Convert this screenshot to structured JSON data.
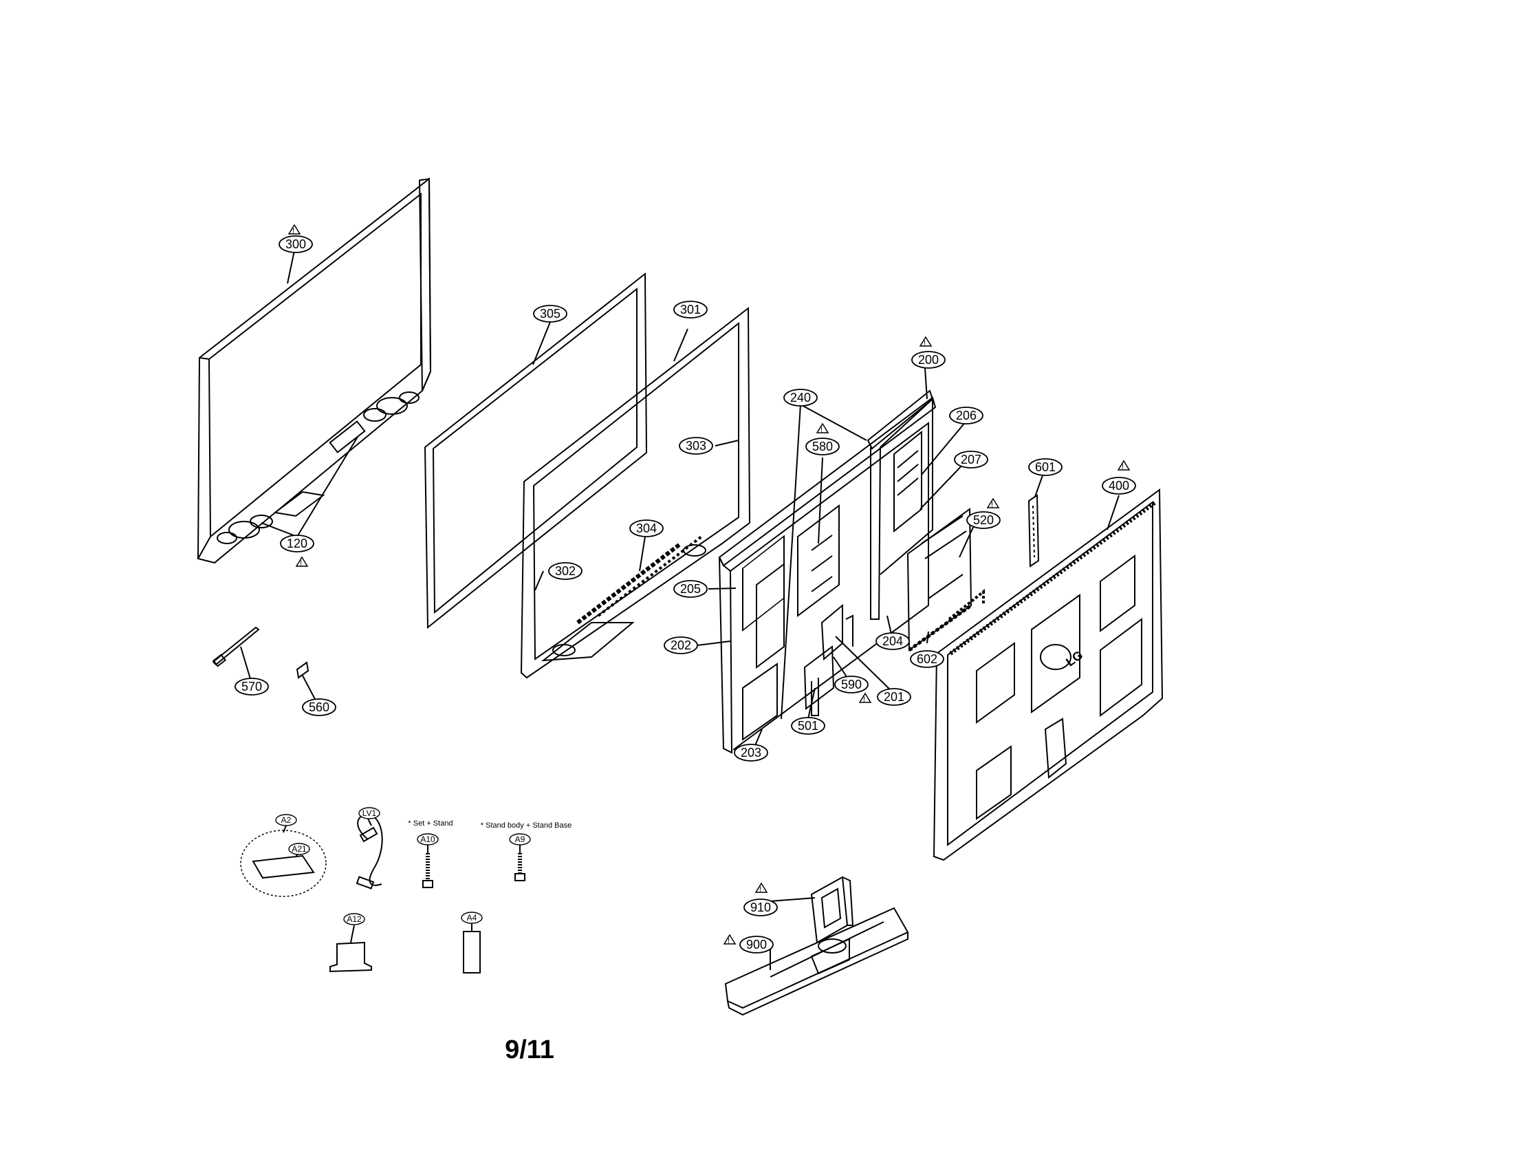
{
  "page_number": "9/11",
  "callouts": {
    "c300": "300",
    "c120": "120",
    "c305": "305",
    "c301": "301",
    "c303": "303",
    "c302": "302",
    "c304": "304",
    "c200": "200",
    "c240": "240",
    "c580": "580",
    "c206": "206",
    "c207": "207",
    "c205": "205",
    "c202": "202",
    "c204": "204",
    "c520": "520",
    "c602": "602",
    "c601": "601",
    "c400": "400",
    "c590": "590",
    "c201": "201",
    "c501": "501",
    "c203": "203",
    "c570": "570",
    "c560": "560",
    "c910": "910",
    "c900": "900"
  },
  "accessories": {
    "a2": "A2",
    "a21": "A21",
    "lv1": "LV1",
    "a10": "A10",
    "a9": "A9",
    "a12": "A12",
    "a4": "A4",
    "note_a10": "* Set + Stand",
    "note_a9": "* Stand body + Stand Base"
  },
  "brand_logo_text": "LG",
  "warning_symbol": "!",
  "line_color": "#000000",
  "paper_color": "#ffffff"
}
